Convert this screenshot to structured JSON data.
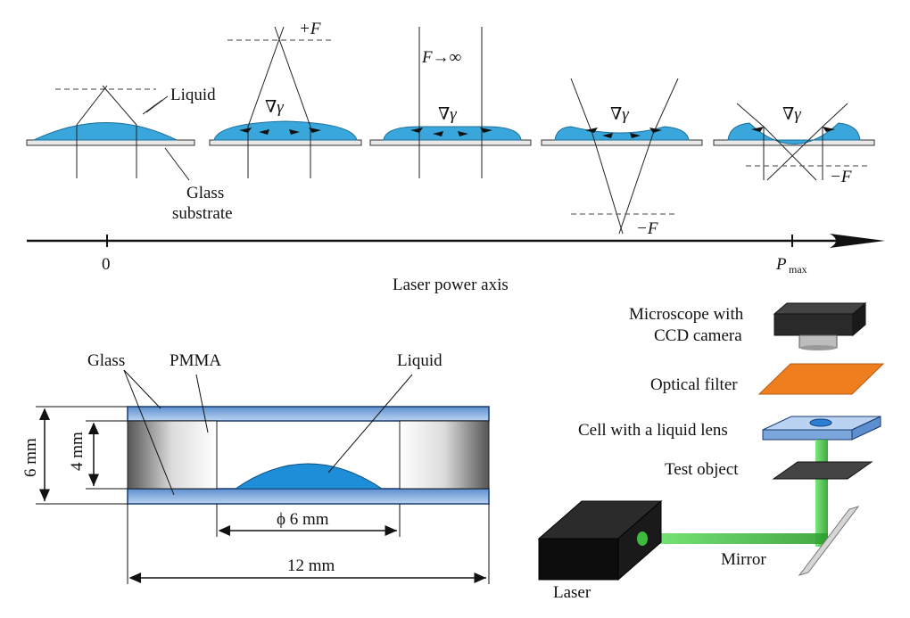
{
  "top_panel": {
    "liquid_label": "Liquid",
    "glass_substrate_label_line1": "Glass",
    "glass_substrate_label_line2": "substrate",
    "plus_f": "+F",
    "f_infinity": "F→∞",
    "minus_f_1": "−F",
    "minus_f_2": "−F",
    "gradient_symbol": "∇γ",
    "axis_zero": "0",
    "axis_pmax": "P",
    "axis_pmax_sub": "max",
    "axis_label": "Laser power axis"
  },
  "cell_drawing": {
    "glass_label": "Glass",
    "pmma_label": "PMMA",
    "liquid_label": "Liquid",
    "dim_outer_height": "6 mm",
    "dim_inner_height": "4 mm",
    "dim_hole": "ϕ 6 mm",
    "dim_length": "12 mm"
  },
  "setup": {
    "microscope_line1": "Microscope with",
    "microscope_line2": "CCD camera",
    "filter": "Optical filter",
    "cell": "Cell with a liquid lens",
    "test_object": "Test object",
    "mirror": "Mirror",
    "laser": "Laser"
  },
  "colors": {
    "liquid": "#3aa7dc",
    "glass": "#8fb9e6",
    "filter": "#ee7e1e",
    "laser_beam": "#3dbb3d"
  }
}
